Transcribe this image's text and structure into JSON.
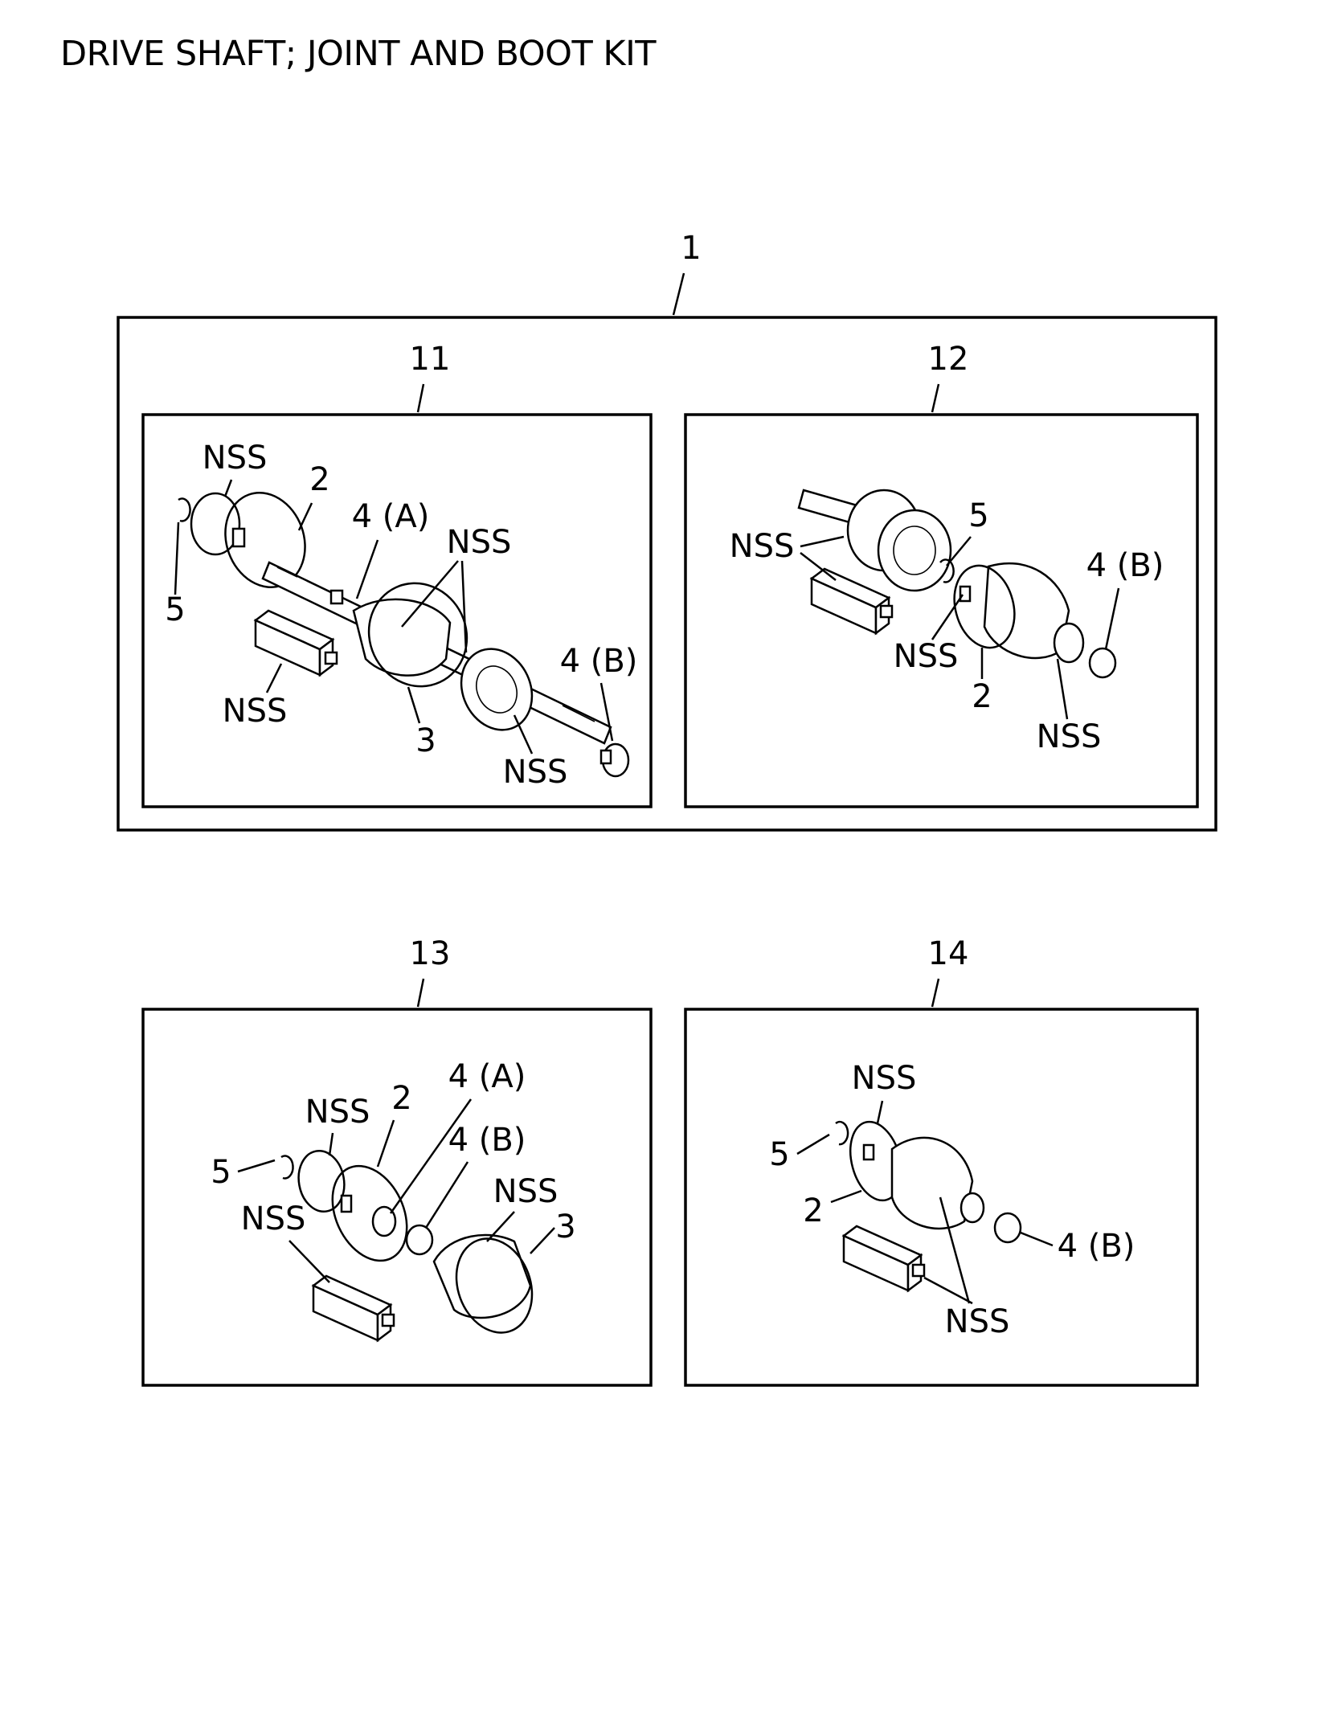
{
  "title": "DRIVE SHAFT; JOINT AND BOOT KIT",
  "assembly": {
    "number": "1",
    "kits": [
      {
        "number": "11",
        "labels": [
          "NSS",
          "2",
          "5",
          "4 (A)",
          "NSS",
          "NSS",
          "3",
          "4 (B)",
          "NSS"
        ]
      },
      {
        "number": "12",
        "labels": [
          "5",
          "NSS",
          "4 (B)",
          "NSS",
          "2",
          "NSS"
        ]
      }
    ]
  },
  "kits": [
    {
      "number": "13",
      "labels": [
        "4 (A)",
        "NSS",
        "2",
        "5",
        "4 (B)",
        "NSS",
        "NSS",
        "3"
      ]
    },
    {
      "number": "14",
      "labels": [
        "NSS",
        "5",
        "2",
        "4 (B)",
        "NSS"
      ]
    }
  ]
}
